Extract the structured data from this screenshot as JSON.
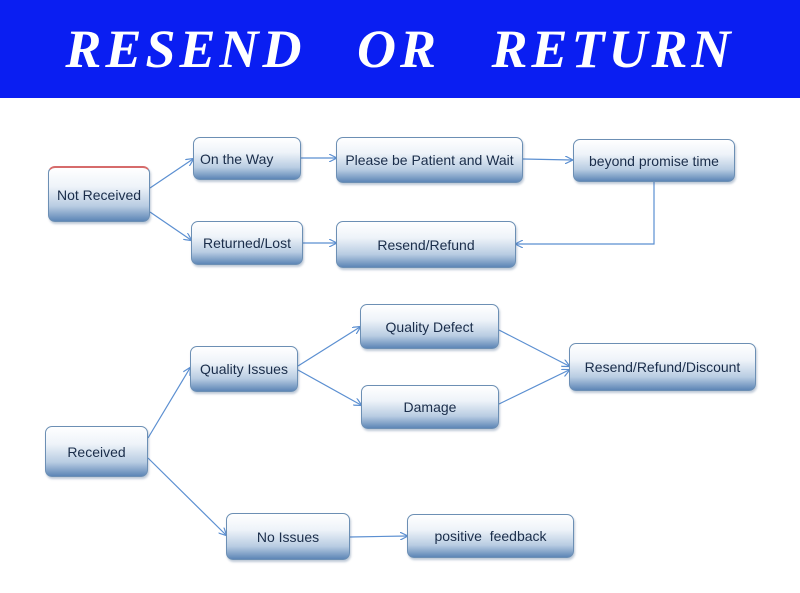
{
  "title": "RESEND   OR   RETURN",
  "nodes": {
    "not_received": "Not Received",
    "on_the_way": "On the Way",
    "please_wait": "Please be Patient and Wait",
    "beyond_time": "beyond promise time",
    "returned_lost": "Returned/Lost",
    "resend_refund": "Resend/Refund",
    "received": "Received",
    "quality_issues": "Quality Issues",
    "quality_defect": "Quality Defect",
    "damage": "Damage",
    "resend_refund_discount": "Resend/Refund/Discount",
    "no_issues": "No Issues",
    "positive_feedback": "positive  feedback"
  },
  "colors": {
    "banner": "#0a1ef2",
    "connector": "#5b8fd1",
    "node_text": "#1a2d4a"
  }
}
